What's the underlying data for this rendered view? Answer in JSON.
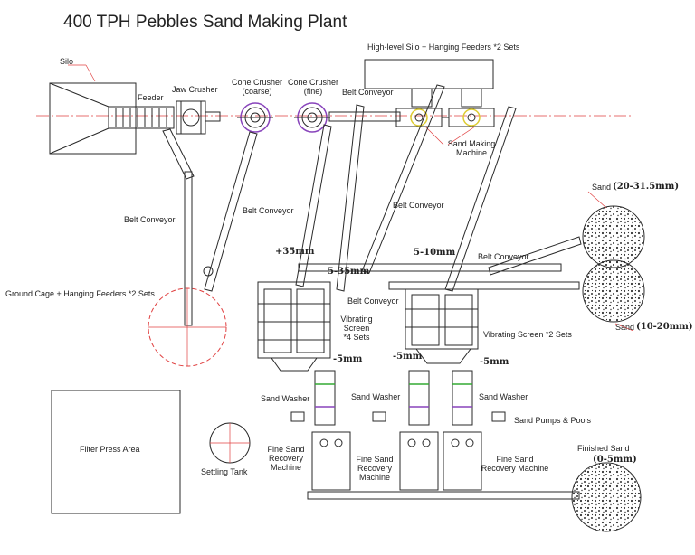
{
  "title": "400 TPH Pebbles Sand Making Plant",
  "labels": {
    "silo": "Silo",
    "feeder": "Feeder",
    "jaw_crusher": "Jaw Crusher",
    "cone_crusher_coarse": "Cone Crusher\n(coarse)",
    "cone_crusher_fine": "Cone Crusher\n(fine)",
    "belt_conveyor_top": "Belt Conveyor",
    "high_level_silo": "High-level Silo + Hanging Feeders *2 Sets",
    "sand_making_machine": "Sand Making\nMachine",
    "belt_conveyor_left": "Belt Conveyor",
    "belt_conveyor_mid": "Belt Conveyor",
    "belt_conveyor_center": "Belt Conveyor",
    "belt_conveyor_right": "Belt Conveyor",
    "belt_conveyor_low": "Belt Conveyor",
    "ground_cage": "Ground Cage + Hanging Feeders *2 Sets",
    "vibrating_screen_4": "Vibrating\nScreen\n*4 Sets",
    "vibrating_screen_2": "Vibrating Screen  *2 Sets",
    "sand_washer_1": "Sand Washer",
    "sand_washer_2": "Sand Washer",
    "sand_washer_3": "Sand Washer",
    "sand_pumps": "Sand Pumps & Pools",
    "filter_press": "Filter Press Area",
    "settling_tank": "Settling Tank",
    "fine_sand_1": "Fine Sand\nRecovery\nMachine",
    "fine_sand_2": "Fine Sand\nRecovery\nMachine",
    "fine_sand_3": "Fine Sand\nRecovery Machine",
    "finished_sand": "Finished Sand",
    "sand_20_31": "Sand",
    "sand_10_20": "Sand"
  },
  "size_marks": {
    "plus35": "+35mm",
    "r5_35": "5-35mm",
    "r5_10": "5-10mm",
    "m5_a": "-5mm",
    "m5_b": "-5mm",
    "m5_c": "-5mm",
    "r20_31": "(20-31.5mm)",
    "r10_20": "(10-20mm)",
    "r0_5": "(0-5mm)"
  },
  "colors": {
    "line": "#2a2a2a",
    "centerline": "#e04040",
    "accent_green": "#33aa33",
    "accent_purple": "#8844bb",
    "accent_yellow": "#ddcc33"
  }
}
